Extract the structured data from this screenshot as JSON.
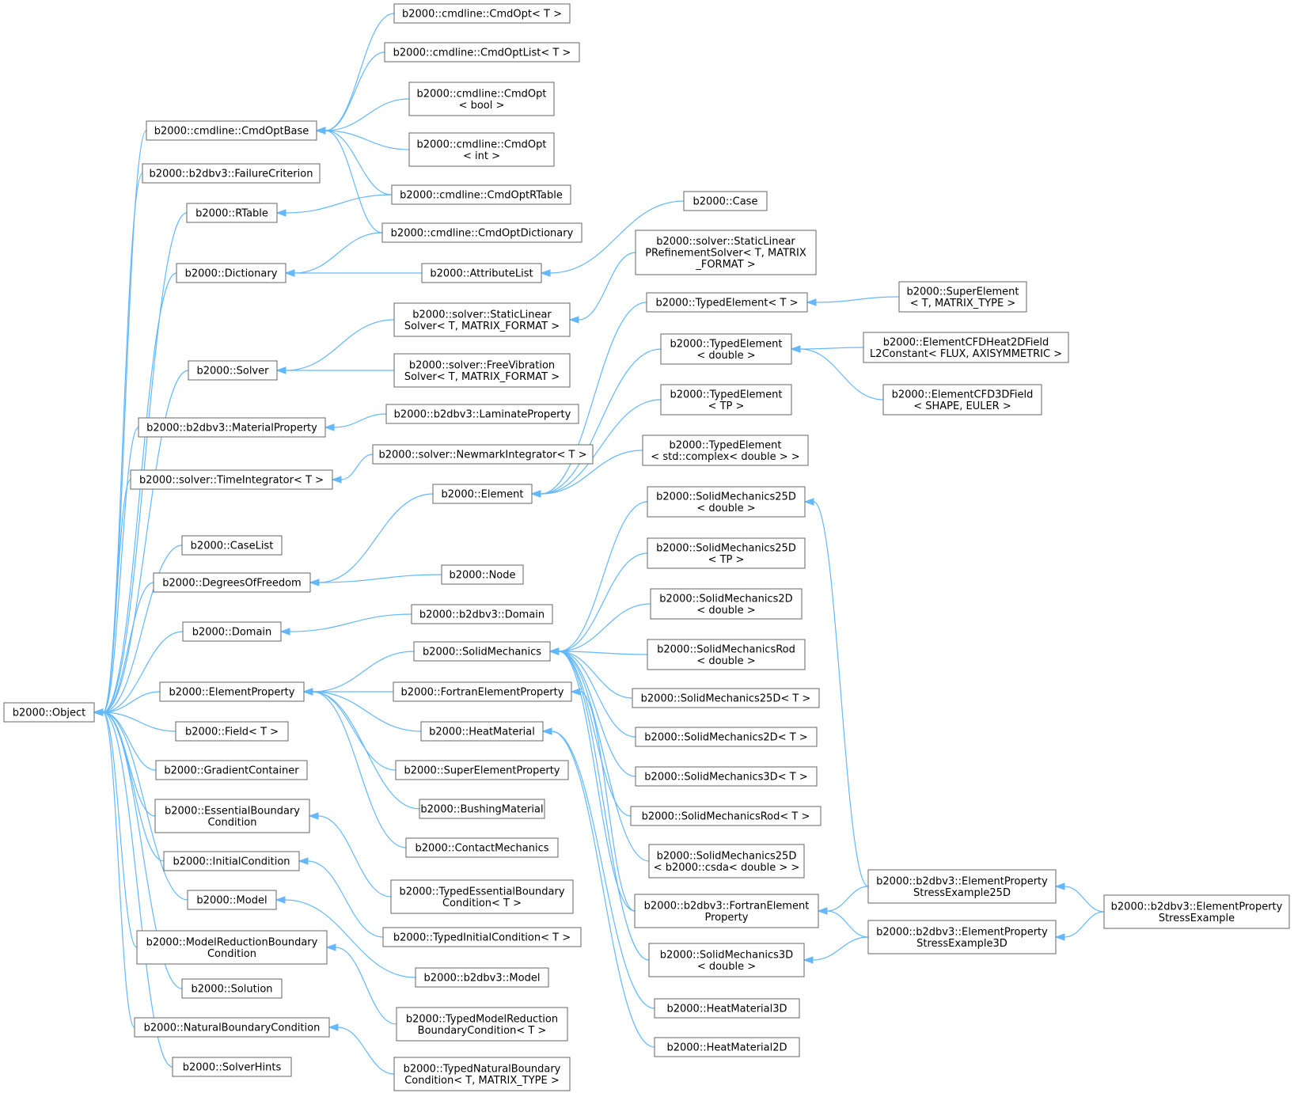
{
  "diagram": {
    "edge_color": "#63b8ff",
    "border_color": "#666666",
    "nodes": [
      {
        "id": "object",
        "lines": [
          "b2000::Object"
        ]
      },
      {
        "id": "cmdopt_t",
        "lines": [
          "b2000::cmdline::CmdOpt< T >"
        ]
      },
      {
        "id": "cmdoptlist_t",
        "lines": [
          "b2000::cmdline::CmdOptList< T >"
        ]
      },
      {
        "id": "cmdopt_bool",
        "lines": [
          "b2000::cmdline::CmdOpt",
          "< bool >"
        ]
      },
      {
        "id": "cmdopt_int",
        "lines": [
          "b2000::cmdline::CmdOpt",
          "< int >"
        ]
      },
      {
        "id": "cmdoptbase",
        "lines": [
          "b2000::cmdline::CmdOptBase"
        ]
      },
      {
        "id": "failurecriterion",
        "lines": [
          "b2000::b2dbv3::FailureCriterion"
        ]
      },
      {
        "id": "cmdoptrtable",
        "lines": [
          "b2000::cmdline::CmdOptRTable"
        ]
      },
      {
        "id": "rtable",
        "lines": [
          "b2000::RTable"
        ]
      },
      {
        "id": "cmdoptdictionary",
        "lines": [
          "b2000::cmdline::CmdOptDictionary"
        ]
      },
      {
        "id": "case",
        "lines": [
          "b2000::Case"
        ]
      },
      {
        "id": "dictionary",
        "lines": [
          "b2000::Dictionary"
        ]
      },
      {
        "id": "attributelist",
        "lines": [
          "b2000::AttributeList"
        ]
      },
      {
        "id": "staticlinearpref",
        "lines": [
          "b2000::solver::StaticLinear",
          "PRefinementSolver< T, MATRIX",
          "_FORMAT >"
        ]
      },
      {
        "id": "typedelement_t",
        "lines": [
          "b2000::TypedElement< T >"
        ]
      },
      {
        "id": "superelement",
        "lines": [
          "b2000::SuperElement",
          "< T, MATRIX_TYPE >"
        ]
      },
      {
        "id": "staticlinear",
        "lines": [
          "b2000::solver::StaticLinear",
          "Solver< T, MATRIX_FORMAT >"
        ]
      },
      {
        "id": "typedelement_double",
        "lines": [
          "b2000::TypedElement",
          "< double >"
        ]
      },
      {
        "id": "cfdheat2d",
        "lines": [
          "b2000::ElementCFDHeat2DField",
          "L2Constant< FLUX, AXISYMMETRIC >"
        ]
      },
      {
        "id": "solver",
        "lines": [
          "b2000::Solver"
        ]
      },
      {
        "id": "freevibration",
        "lines": [
          "b2000::solver::FreeVibration",
          "Solver< T, MATRIX_FORMAT >"
        ]
      },
      {
        "id": "typedelement_tp",
        "lines": [
          "b2000::TypedElement",
          "< TP >"
        ]
      },
      {
        "id": "cfd3d",
        "lines": [
          "b2000::ElementCFD3DField",
          "< SHAPE, EULER >"
        ]
      },
      {
        "id": "laminateproperty",
        "lines": [
          "b2000::b2dbv3::LaminateProperty"
        ]
      },
      {
        "id": "materialproperty",
        "lines": [
          "b2000::b2dbv3::MaterialProperty"
        ]
      },
      {
        "id": "typedelement_complex",
        "lines": [
          "b2000::TypedElement",
          "< std::complex< double > >"
        ]
      },
      {
        "id": "newmark",
        "lines": [
          "b2000::solver::NewmarkIntegrator< T >"
        ]
      },
      {
        "id": "timeintegrator",
        "lines": [
          "b2000::solver::TimeIntegrator< T >"
        ]
      },
      {
        "id": "element",
        "lines": [
          "b2000::Element"
        ]
      },
      {
        "id": "sm25d_double",
        "lines": [
          "b2000::SolidMechanics25D",
          "< double >"
        ]
      },
      {
        "id": "caselist",
        "lines": [
          "b2000::CaseList"
        ]
      },
      {
        "id": "sm25d_tp",
        "lines": [
          "b2000::SolidMechanics25D",
          "< TP >"
        ]
      },
      {
        "id": "node",
        "lines": [
          "b2000::Node"
        ]
      },
      {
        "id": "dof",
        "lines": [
          "b2000::DegreesOfFreedom"
        ]
      },
      {
        "id": "sm2d_double",
        "lines": [
          "b2000::SolidMechanics2D",
          "< double >"
        ]
      },
      {
        "id": "b2domain",
        "lines": [
          "b2000::b2dbv3::Domain"
        ]
      },
      {
        "id": "domain",
        "lines": [
          "b2000::Domain"
        ]
      },
      {
        "id": "smrod_double",
        "lines": [
          "b2000::SolidMechanicsRod",
          "< double >"
        ]
      },
      {
        "id": "solidmechanics",
        "lines": [
          "b2000::SolidMechanics"
        ]
      },
      {
        "id": "elementproperty",
        "lines": [
          "b2000::ElementProperty"
        ]
      },
      {
        "id": "fortranelementproperty",
        "lines": [
          "b2000::FortranElementProperty"
        ]
      },
      {
        "id": "sm25d_t",
        "lines": [
          "b2000::SolidMechanics25D< T >"
        ]
      },
      {
        "id": "field",
        "lines": [
          "b2000::Field< T >"
        ]
      },
      {
        "id": "heatmaterial",
        "lines": [
          "b2000::HeatMaterial"
        ]
      },
      {
        "id": "sm2d_t",
        "lines": [
          "b2000::SolidMechanics2D< T >"
        ]
      },
      {
        "id": "gradientcontainer",
        "lines": [
          "b2000::GradientContainer"
        ]
      },
      {
        "id": "superelementproperty",
        "lines": [
          "b2000::SuperElementProperty"
        ]
      },
      {
        "id": "sm3d_t",
        "lines": [
          "b2000::SolidMechanics3D< T >"
        ]
      },
      {
        "id": "essentialbc",
        "lines": [
          "b2000::EssentialBoundary",
          "Condition"
        ]
      },
      {
        "id": "bushing",
        "lines": [
          "b2000::BushingMaterial"
        ]
      },
      {
        "id": "smrod_t",
        "lines": [
          "b2000::SolidMechanicsRod< T >"
        ]
      },
      {
        "id": "contactmechanics",
        "lines": [
          "b2000::ContactMechanics"
        ]
      },
      {
        "id": "sm25d_csda",
        "lines": [
          "b2000::SolidMechanics25D",
          "< b2000::csda< double > >"
        ]
      },
      {
        "id": "initialcondition",
        "lines": [
          "b2000::InitialCondition"
        ]
      },
      {
        "id": "typedessentialbc",
        "lines": [
          "b2000::TypedEssentialBoundary",
          "Condition< T >"
        ]
      },
      {
        "id": "epse25d",
        "lines": [
          "b2000::b2dbv3::ElementProperty",
          "StressExample25D"
        ]
      },
      {
        "id": "model",
        "lines": [
          "b2000::Model"
        ]
      },
      {
        "id": "b2fortranelementproperty",
        "lines": [
          "b2000::b2dbv3::FortranElement",
          "Property"
        ]
      },
      {
        "id": "epse",
        "lines": [
          "b2000::b2dbv3::ElementProperty",
          "StressExample"
        ]
      },
      {
        "id": "epse3d",
        "lines": [
          "b2000::b2dbv3::ElementProperty",
          "StressExample3D"
        ]
      },
      {
        "id": "typedinitialcondition",
        "lines": [
          "b2000::TypedInitialCondition< T >"
        ]
      },
      {
        "id": "modelreductionbc",
        "lines": [
          "b2000::ModelReductionBoundary",
          "Condition"
        ]
      },
      {
        "id": "sm3d_double",
        "lines": [
          "b2000::SolidMechanics3D",
          "< double >"
        ]
      },
      {
        "id": "b2model",
        "lines": [
          "b2000::b2dbv3::Model"
        ]
      },
      {
        "id": "solution",
        "lines": [
          "b2000::Solution"
        ]
      },
      {
        "id": "heatmaterial3d",
        "lines": [
          "b2000::HeatMaterial3D"
        ]
      },
      {
        "id": "typedmodelreduction",
        "lines": [
          "b2000::TypedModelReduction",
          "BoundaryCondition< T >"
        ]
      },
      {
        "id": "naturalbc",
        "lines": [
          "b2000::NaturalBoundaryCondition"
        ]
      },
      {
        "id": "heatmaterial2d",
        "lines": [
          "b2000::HeatMaterial2D"
        ]
      },
      {
        "id": "solverhints",
        "lines": [
          "b2000::SolverHints"
        ]
      },
      {
        "id": "typednaturalbc",
        "lines": [
          "b2000::TypedNaturalBoundary",
          "Condition< T, MATRIX_TYPE >"
        ]
      }
    ],
    "edges": [
      {
        "from": "cmdoptbase",
        "to": "object"
      },
      {
        "from": "failurecriterion",
        "to": "object"
      },
      {
        "from": "rtable",
        "to": "object"
      },
      {
        "from": "dictionary",
        "to": "object"
      },
      {
        "from": "solver",
        "to": "object"
      },
      {
        "from": "materialproperty",
        "to": "object"
      },
      {
        "from": "timeintegrator",
        "to": "object"
      },
      {
        "from": "caselist",
        "to": "object"
      },
      {
        "from": "dof",
        "to": "object"
      },
      {
        "from": "domain",
        "to": "object"
      },
      {
        "from": "elementproperty",
        "to": "object"
      },
      {
        "from": "field",
        "to": "object"
      },
      {
        "from": "gradientcontainer",
        "to": "object"
      },
      {
        "from": "essentialbc",
        "to": "object"
      },
      {
        "from": "initialcondition",
        "to": "object"
      },
      {
        "from": "model",
        "to": "object"
      },
      {
        "from": "modelreductionbc",
        "to": "object"
      },
      {
        "from": "solution",
        "to": "object"
      },
      {
        "from": "naturalbc",
        "to": "object"
      },
      {
        "from": "solverhints",
        "to": "object"
      },
      {
        "from": "cmdopt_t",
        "to": "cmdoptbase"
      },
      {
        "from": "cmdoptlist_t",
        "to": "cmdoptbase"
      },
      {
        "from": "cmdopt_bool",
        "to": "cmdoptbase"
      },
      {
        "from": "cmdopt_int",
        "to": "cmdoptbase"
      },
      {
        "from": "cmdoptrtable",
        "to": "cmdoptbase"
      },
      {
        "from": "cmdoptdictionary",
        "to": "cmdoptbase"
      },
      {
        "from": "cmdoptrtable",
        "to": "rtable"
      },
      {
        "from": "cmdoptdictionary",
        "to": "dictionary"
      },
      {
        "from": "attributelist",
        "to": "dictionary"
      },
      {
        "from": "case",
        "to": "attributelist"
      },
      {
        "from": "staticlinear",
        "to": "solver"
      },
      {
        "from": "freevibration",
        "to": "solver"
      },
      {
        "from": "staticlinearpref",
        "to": "staticlinear"
      },
      {
        "from": "laminateproperty",
        "to": "materialproperty"
      },
      {
        "from": "newmark",
        "to": "timeintegrator"
      },
      {
        "from": "element",
        "to": "dof"
      },
      {
        "from": "node",
        "to": "dof"
      },
      {
        "from": "b2domain",
        "to": "domain"
      },
      {
        "from": "typedelement_t",
        "to": "element"
      },
      {
        "from": "typedelement_double",
        "to": "element"
      },
      {
        "from": "typedelement_tp",
        "to": "element"
      },
      {
        "from": "typedelement_complex",
        "to": "element"
      },
      {
        "from": "superelement",
        "to": "typedelement_t"
      },
      {
        "from": "cfdheat2d",
        "to": "typedelement_double"
      },
      {
        "from": "cfd3d",
        "to": "typedelement_double"
      },
      {
        "from": "solidmechanics",
        "to": "elementproperty"
      },
      {
        "from": "fortranelementproperty",
        "to": "elementproperty"
      },
      {
        "from": "heatmaterial",
        "to": "elementproperty"
      },
      {
        "from": "superelementproperty",
        "to": "elementproperty"
      },
      {
        "from": "bushing",
        "to": "elementproperty"
      },
      {
        "from": "contactmechanics",
        "to": "elementproperty"
      },
      {
        "from": "sm25d_double",
        "to": "solidmechanics"
      },
      {
        "from": "sm25d_tp",
        "to": "solidmechanics"
      },
      {
        "from": "sm2d_double",
        "to": "solidmechanics"
      },
      {
        "from": "smrod_double",
        "to": "solidmechanics"
      },
      {
        "from": "sm25d_t",
        "to": "solidmechanics"
      },
      {
        "from": "sm2d_t",
        "to": "solidmechanics"
      },
      {
        "from": "sm3d_t",
        "to": "solidmechanics"
      },
      {
        "from": "smrod_t",
        "to": "solidmechanics"
      },
      {
        "from": "sm25d_csda",
        "to": "solidmechanics"
      },
      {
        "from": "b2fortranelementproperty",
        "to": "solidmechanics"
      },
      {
        "from": "sm3d_double",
        "to": "solidmechanics"
      },
      {
        "from": "b2fortranelementproperty",
        "to": "fortranelementproperty"
      },
      {
        "from": "heatmaterial3d",
        "to": "heatmaterial"
      },
      {
        "from": "heatmaterial2d",
        "to": "heatmaterial"
      },
      {
        "from": "epse25d",
        "to": "sm25d_double"
      },
      {
        "from": "epse25d",
        "to": "b2fortranelementproperty"
      },
      {
        "from": "epse3d",
        "to": "b2fortranelementproperty"
      },
      {
        "from": "epse3d",
        "to": "sm3d_double"
      },
      {
        "from": "epse",
        "to": "epse25d"
      },
      {
        "from": "epse",
        "to": "epse3d"
      },
      {
        "from": "typedessentialbc",
        "to": "essentialbc"
      },
      {
        "from": "typedinitialcondition",
        "to": "initialcondition"
      },
      {
        "from": "b2model",
        "to": "model"
      },
      {
        "from": "typedmodelreduction",
        "to": "modelreductionbc"
      },
      {
        "from": "typednaturalbc",
        "to": "naturalbc"
      }
    ]
  }
}
